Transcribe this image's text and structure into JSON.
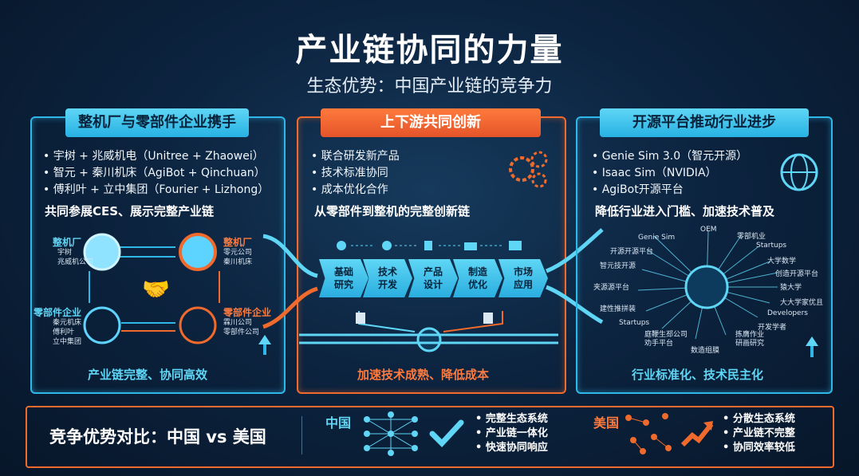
{
  "title": "产业链协同的力量",
  "subtitle": "生态优势：中国产业链的竞争力",
  "left": {
    "header": "整机厂与零部件企业携手",
    "bullets": [
      "• 宇树 + 兆威机电（Unitree + Zhaowei）",
      "• 智元 + 秦川机床（AgiBot + Qinchuan）",
      "• 傅利叶 + 立中集团（Fourier + Lizhong）"
    ],
    "highlight": "共同参展CES、展示完整产业链",
    "node1": {
      "label": "整机厂",
      "sub": "宇树\n兆威机公司"
    },
    "node2": {
      "label": "整机厂",
      "sub": "零元公司\n秦川机床"
    },
    "node3": {
      "label": "零部件企业",
      "sub": "秦元机床\n傅利叶\n立中集团"
    },
    "node4": {
      "label": "零部件企业",
      "sub": "霖川公司\n零部件公司"
    },
    "footer": "产业链完整、协同高效"
  },
  "mid": {
    "header": "上下游共同创新",
    "bullets": [
      "• 联合研发新产品",
      "• 技术标准协同",
      "• 成本优化合作"
    ],
    "highlight": "从零部件到整机的完整创新链",
    "steps": [
      "基础\n研究",
      "技术\n开发",
      "产品\n设计",
      "制造\n优化",
      "市场\n应用"
    ],
    "footer": "加速技术成熟、降低成本"
  },
  "right": {
    "header": "开源平台推动行业进步",
    "bullets": [
      "• Genie Sim 3.0（智元开源）",
      "• Isaac Sim（NVIDIA）",
      "• AgiBot开源平台"
    ],
    "highlight": "降低行业进入门槛、加速技术普及",
    "nodes": [
      "Genie Sim",
      "OEM",
      "零部机业",
      "开源开源平台",
      "Startups",
      "大学数学",
      "智元技开源",
      "创造开源平台",
      "猿大学",
      "夹源源平台",
      "大大学家优且",
      "建性推拼装",
      "Developers",
      "Startups",
      "开发学者",
      "庭鞭生邳公司\n劝手平台",
      "数造组膜",
      "拣膺作业\n研画研究"
    ],
    "footer": "行业标准化、技术民主化"
  },
  "compare": {
    "title": "竞争优势对比：中国 vs 美国",
    "china_label": "中国",
    "china_points": [
      "• 完整生态系统",
      "• 产业链一体化",
      "• 快速协同响应"
    ],
    "us_label": "美国",
    "us_points": [
      "• 分散生态系统",
      "• 产业链不完整",
      "• 协同效率较低"
    ]
  },
  "colors": {
    "cyan": "#2fb7e8",
    "orange": "#ef6a2c",
    "bg": "#0c2440"
  }
}
